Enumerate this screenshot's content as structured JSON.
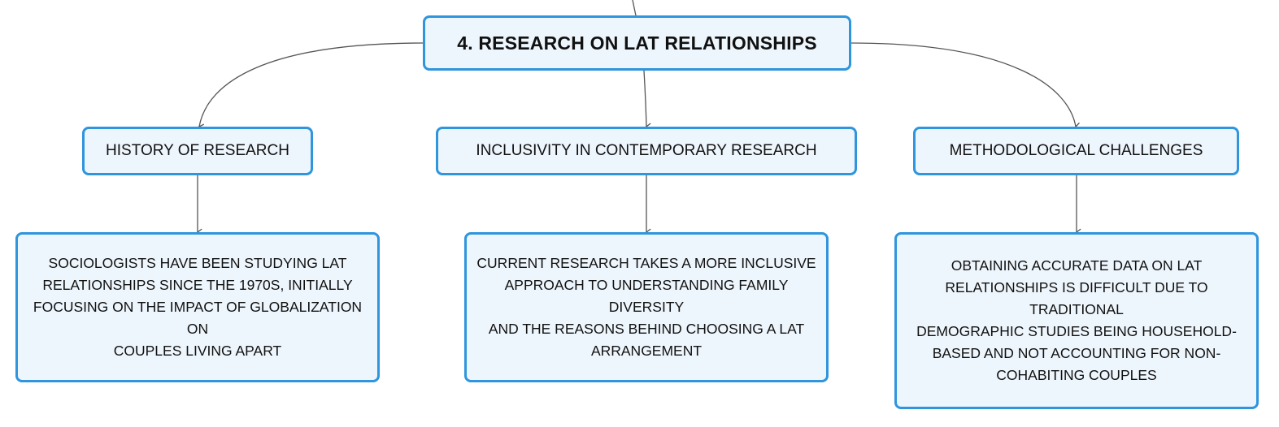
{
  "root": {
    "title": "4. RESEARCH ON LAT RELATIONSHIPS"
  },
  "topics": [
    {
      "label": "HISTORY OF RESEARCH",
      "detail": "SOCIOLOGISTS HAVE BEEN STUDYING LAT\nRELATIONSHIPS SINCE THE 1970S, INITIALLY\nFOCUSING ON THE IMPACT OF GLOBALIZATION ON\nCOUPLES LIVING APART"
    },
    {
      "label": "INCLUSIVITY IN CONTEMPORARY RESEARCH",
      "detail": "CURRENT RESEARCH TAKES A MORE INCLUSIVE\nAPPROACH TO UNDERSTANDING FAMILY DIVERSITY\nAND THE REASONS BEHIND CHOOSING A LAT\nARRANGEMENT"
    },
    {
      "label": "METHODOLOGICAL CHALLENGES",
      "detail": "OBTAINING ACCURATE DATA ON LAT\nRELATIONSHIPS IS DIFFICULT DUE TO TRADITIONAL\nDEMOGRAPHIC STUDIES BEING HOUSEHOLD-\nBASED AND NOT ACCOUNTING FOR NON-\nCOHABITING COUPLES"
    }
  ],
  "colors": {
    "node_border": "#2f95dc",
    "node_fill": "#eef6fd",
    "connector": "#555555"
  }
}
